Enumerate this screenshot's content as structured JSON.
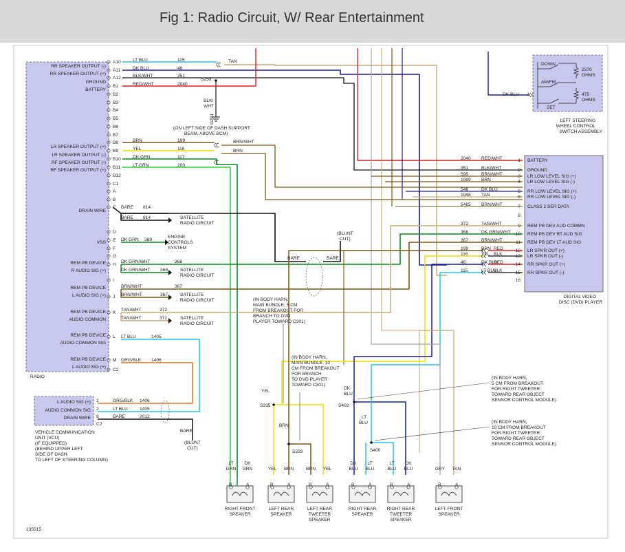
{
  "header": {
    "title": "Fig 1: Radio Circuit, W/ Rear Entertainment"
  },
  "figure_id": "235515",
  "radio": {
    "name": "RADIO",
    "labels": [
      "RR SPEAKER OUTPUT (-)",
      "RR SPEAKER OUTPUT (+)",
      "GROUND",
      "BATTERY",
      "LR SPEAKER OUTPUT (+)",
      "LR SPEAKER OUTPUT (-)",
      "RF SPEAKER OUTPUT (-)",
      "RF SPEAKER OUTPUT (+)",
      "DRAIN WIRE",
      "VSS",
      "REM PB DEVICE",
      "R AUDIO SIG (+)",
      "REM PB DEVICE",
      "L AUDIO SIG (+)",
      "REM PB DEVICE",
      "AUDIO COMMON",
      "REM PB DEVICE",
      "AUDIO COMMON SIG",
      "REM PB DEVICE",
      "L AUDIO SIG (+)"
    ],
    "pins": [
      "A10",
      "A11",
      "A12",
      "B1",
      "B2",
      "B3",
      "B4",
      "B5",
      "B6",
      "B7",
      "B8",
      "B9",
      "B10",
      "B11",
      "B12",
      "C1",
      "A",
      "B",
      "C",
      "D",
      "E",
      "F",
      "G",
      "H",
      "I",
      "J",
      "K",
      "L",
      "M",
      "C2"
    ],
    "wires": [
      {
        "color": "LT BLU",
        "circuit": "115"
      },
      {
        "color": "DK BLU",
        "circuit": "46"
      },
      {
        "color": "BLK/WHT",
        "circuit": "351"
      },
      {
        "color": "RED/WHT",
        "circuit": "2040"
      },
      {
        "color": "BRN",
        "circuit": "199"
      },
      {
        "color": "YEL",
        "circuit": "116"
      },
      {
        "color": "DK GRN",
        "circuit": "117"
      },
      {
        "color": "LT GRN",
        "circuit": "200"
      },
      {
        "color": "BARE",
        "circuit": "814"
      },
      {
        "color": "BARE",
        "circuit": "814"
      },
      {
        "color": "DK GRN",
        "circuit": "389"
      },
      {
        "color": "DK GRN/WHT",
        "circuit": "368"
      },
      {
        "color": "DK GRN/WHT",
        "circuit": "368"
      },
      {
        "color": "BRN/WHT",
        "circuit": "367"
      },
      {
        "color": "BRN/WHT",
        "circuit": "367"
      },
      {
        "color": "TAN/WHT",
        "circuit": "372"
      },
      {
        "color": "TAN/WHT",
        "circuit": "372"
      },
      {
        "color": "LT BLU",
        "circuit": "1405"
      },
      {
        "color": "ORG/BLK",
        "circuit": "1406"
      }
    ]
  },
  "ground": {
    "splice": "S259",
    "wire": "BLK/",
    "wire2": "WHT",
    "name": "G201",
    "note1": "(ON LEFT SIDE OF DASH SUPPORT",
    "note2": "BEAM, ABOVE BCM)"
  },
  "upper_wires": {
    "tan": "TAN",
    "brn_wht": "BRN/WHT",
    "brn": "BRN"
  },
  "destinations": {
    "satellite1": "SATELLITE",
    "satellite2": "RADIO CIRCUIT",
    "engine1": "ENGINE",
    "engine2": "CONTROLS",
    "engine3": "SYSTEM"
  },
  "blunt_cut": {
    "line1": "(BLUNT",
    "line2": "CUT)",
    "bare": "BARE"
  },
  "dvd": {
    "name1": "DIGITAL VIDEO",
    "name2": "DISC (DVD) PLAYER",
    "pins": [
      {
        "pin": "1",
        "label": "BATTERY",
        "color": "RED/WHT",
        "circuit": "2040"
      },
      {
        "pin": "2",
        "label": "GROUND",
        "color": "BLK/WHT",
        "circuit": "351"
      },
      {
        "pin": "3",
        "label": "LR LOW LEVEL SIG (+)",
        "color": "BRN/WHT",
        "circuit": "599"
      },
      {
        "pin": "4",
        "label": "LR LOW LEVEL SIG (-)",
        "color": "BRN",
        "circuit": "1999"
      },
      {
        "pin": "5",
        "label": "RR LOW LEVEL SIG (+)",
        "color": "DK BLU",
        "circuit": "546"
      },
      {
        "pin": "6",
        "label": "RR LOW LEVEL SIG (-)",
        "color": "TAN",
        "circuit": "1946"
      },
      {
        "pin": "7",
        "label": "CLASS 2 SER DATA",
        "color": "BRN/WHT",
        "circuit": "5485"
      },
      {
        "pin": "8",
        "label": "",
        "color": "",
        "circuit": ""
      },
      {
        "pin": "9",
        "label": "REM PB DEV AUD COMMN",
        "color": "TAN/WHT",
        "circuit": "372"
      },
      {
        "pin": "10",
        "label": "REM PB DEV RT AUD SIG",
        "color": "DK GRN/WHT",
        "circuit": "368"
      },
      {
        "pin": "11",
        "label": "REM PB DEV LT AUD SIG",
        "color": "BRN/WHT",
        "circuit": "367"
      },
      {
        "pin": "12",
        "label": "LR SPKR OUT (+)",
        "color": "BRN",
        "circuit": "199",
        "in": "RED"
      },
      {
        "pin": "13",
        "label": "LR SPKR OUT (-)",
        "color": "YEL",
        "circuit": "116",
        "in": "BLK"
      },
      {
        "pin": "14",
        "label": "RR SPKR OUT (+)",
        "color": "DK BLU",
        "circuit": "46",
        "in": "RED"
      },
      {
        "pin": "15",
        "label": "RR SPKR OUT (-)",
        "color": "LT BLU",
        "circuit": "115",
        "in": "BLK"
      },
      {
        "pin": "16",
        "label": "",
        "color": "",
        "circuit": ""
      }
    ]
  },
  "steering": {
    "switches": [
      "DOWN",
      "AM/FM",
      "SET"
    ],
    "res1": "2370",
    "res2": "475",
    "ohms": "OHMS",
    "wire": "DK BLU",
    "pin": "1",
    "name1": "LEFT STEERING",
    "name2": "WHEEL CONTROL",
    "name3": "SWITCH ASSEMBLY"
  },
  "vcu": {
    "labels": [
      "L AUDIO SIG (+)",
      "AUDIO COMMON SIG",
      "DRAIN WIRE"
    ],
    "pins": [
      "1",
      "2",
      "8",
      "C2"
    ],
    "wires": [
      {
        "color": "ORG/BLK",
        "circuit": "1406"
      },
      {
        "color": "LT BLU",
        "circuit": "1405"
      },
      {
        "color": "BARE",
        "circuit": "2012"
      }
    ],
    "bare": "BARE",
    "blunt1": "(BLUNT",
    "blunt2": "CUT)",
    "desc": [
      "VEHICLE COMMUNICATION",
      "UNIT (VCU)",
      "(IF EQUIPPED)",
      "(BEHIND UPPER LEFT",
      "SIDE OF DASH,",
      "TO LEFT OF STEERING COLUMN)"
    ]
  },
  "notes": {
    "n1": [
      "(IN BODY HARN,",
      "MAIN BUNDLE, 5 CM",
      "FROM BREAKOUT FOR",
      "BRANCH TO DVD",
      "PLAYER TOWARD C301)"
    ],
    "n2": [
      "(IN BODY HARN,",
      "MAIN BUNDLE, 10",
      "CM FROM BREAKOUT",
      "FOR BRANCH",
      "TO DVD PLAYER",
      "TOWARD C301)"
    ],
    "n3": [
      "(IN BODY HARN,",
      "5 CM FROM BREAKOUT",
      "FOR RIGHT TWEETER",
      "TOWARD REAR OBJECT",
      "SENSOR CONTROL MODULE)"
    ],
    "n4": [
      "(IN BODY HARN,",
      "10 CM FROM BREAKOUT",
      "FOR RIGHT TWEETER",
      "TOWARD REAR OBJECT",
      "SENSOR CONTROL MODULE)"
    ]
  },
  "splices": {
    "s335": "S335",
    "yel": "YEL",
    "s333": "S333",
    "brn": "BRN",
    "s402": "S402",
    "dk": "DK",
    "blu": "BLU",
    "s400": "S400",
    "lt": "LT",
    "blu2": "BLU"
  },
  "speakers": [
    {
      "name1": "RIGHT FRONT",
      "name2": "SPEAKER",
      "name3": "",
      "wires": [
        {
          "t": "LT",
          "b": "GRN"
        },
        {
          "t": "DK",
          "b": "GRN"
        }
      ]
    },
    {
      "name1": "LEFT REAR",
      "name2": "SPEAKER",
      "name3": "",
      "wires": [
        {
          "t": "",
          "b": "YEL"
        },
        {
          "t": "",
          "b": "BRN"
        }
      ]
    },
    {
      "name1": "LEFT REAR",
      "name2": "TWEETER",
      "name3": "SPEAKER",
      "wires": [
        {
          "t": "",
          "b": "BRN"
        },
        {
          "t": "",
          "b": "YEL"
        }
      ]
    },
    {
      "name1": "RIGHT REAR",
      "name2": "SPEAKER",
      "name3": "",
      "wires": [
        {
          "t": "DK",
          "b": "BLU"
        },
        {
          "t": "LT",
          "b": "BLU"
        }
      ]
    },
    {
      "name1": "RIGHT REAR",
      "name2": "TWEETER",
      "name3": "SPEAKER",
      "wires": [
        {
          "t": "LT",
          "b": "BLU"
        },
        {
          "t": "DK",
          "b": "BLU"
        }
      ]
    },
    {
      "name1": "LEFT FRONT",
      "name2": "SPEAKER",
      "name3": "",
      "wires": [
        {
          "t": "",
          "b": "GRY"
        },
        {
          "t": "",
          "b": "TAN"
        }
      ]
    }
  ],
  "pin_labels": {
    "b": "B",
    "a": "A"
  },
  "colors": {
    "ltblu": "#22c8e6",
    "dkblu": "#1a1aa0",
    "red": "#e02020",
    "blk": "#111111",
    "brn": "#7a5418",
    "yel": "#f0e000",
    "dkgrn": "#0a8a20",
    "ltgrn": "#2ad040",
    "tan": "#c8a878",
    "gry": "#a8a8a8",
    "org": "#e07a20",
    "box": "#c8c8ee"
  }
}
